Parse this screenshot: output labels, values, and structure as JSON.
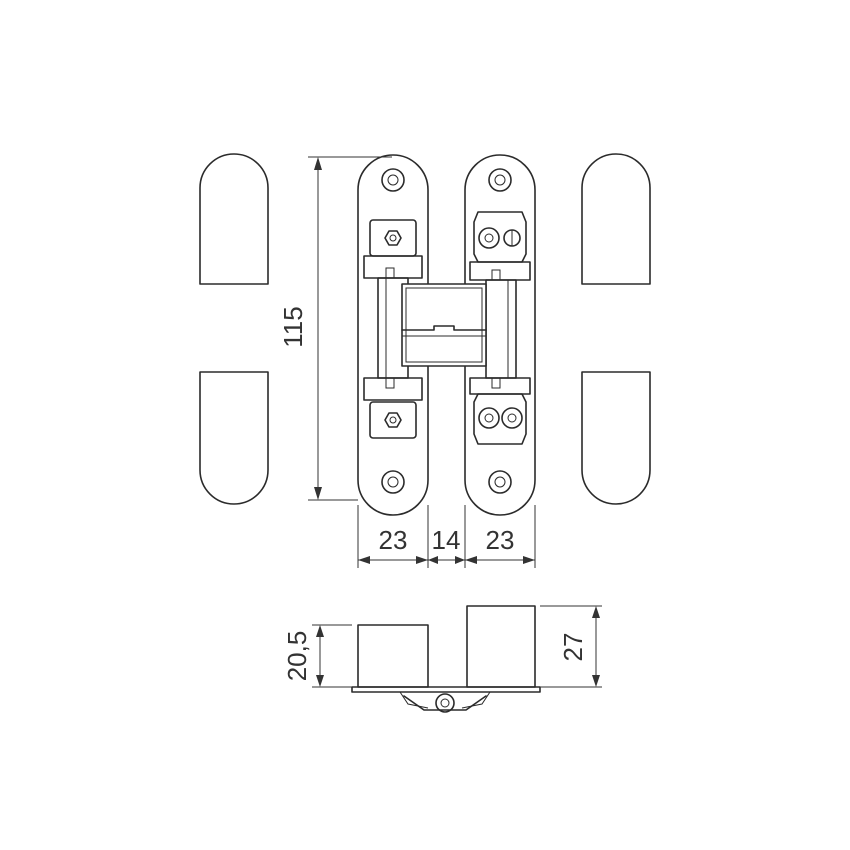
{
  "drawing": {
    "dimensions": {
      "height_total": "115",
      "plate_width_left": "23",
      "gap_width": "14",
      "plate_width_right": "23",
      "depth_short": "20,5",
      "depth_tall": "27"
    }
  }
}
